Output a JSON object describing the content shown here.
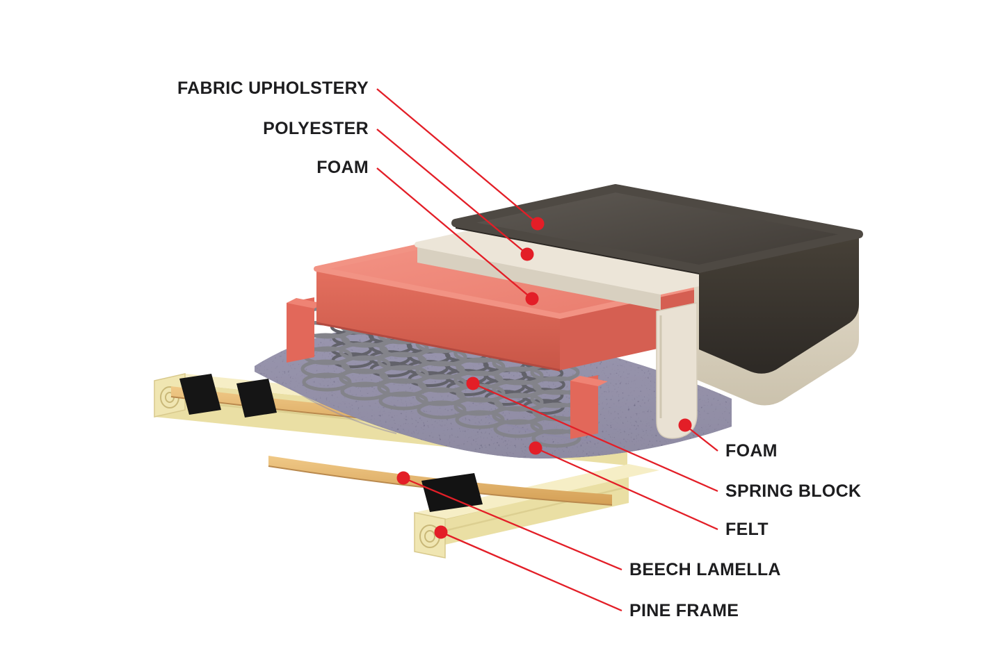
{
  "diagram": {
    "subject": "sofa-seat-cross-section",
    "labels": {
      "fabric_upholstery": "FABRIC UPHOLSTERY",
      "polyester": "POLYESTER",
      "foam_top": "FOAM",
      "foam_side": "FOAM",
      "spring_block": "SPRING BLOCK",
      "felt": "FELT",
      "beech_lamella": "BEECH LAMELLA",
      "pine_frame": "PINE FRAME"
    },
    "colors": {
      "accent_red": "#e31e27",
      "text": "#1d1d1f",
      "fabric_dark": "#4a4540",
      "polyester_cream": "#ece5d8",
      "foam_pink": "#ed8274",
      "felt_purple": "#55516e",
      "beech_tan": "#e7bd7b",
      "pine_yellow": "#efe6b4",
      "spring_gray": "#83838a",
      "background": "#ffffff"
    }
  }
}
